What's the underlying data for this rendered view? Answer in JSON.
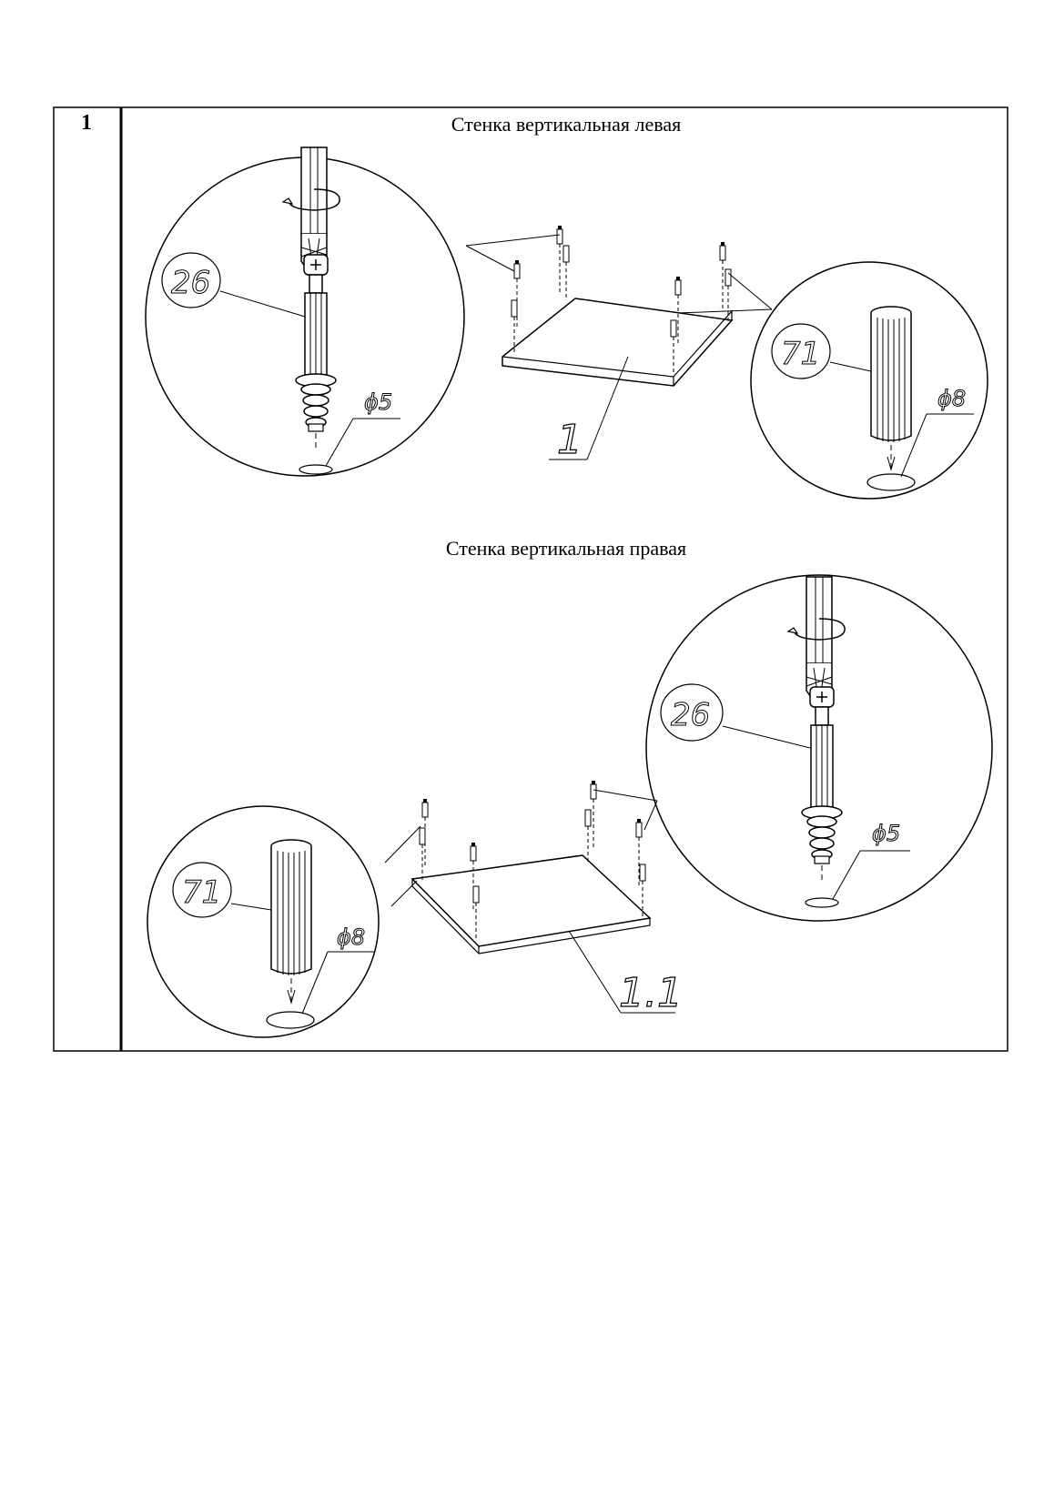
{
  "step": {
    "number": "1"
  },
  "sections": [
    {
      "title": "Стенка вертикальная левая",
      "panel_label": "1",
      "screw_callout": "26",
      "screw_hole": "ϕ5",
      "dowel_callout": "71",
      "dowel_hole": "ϕ8"
    },
    {
      "title": "Стенка вертикальная правая",
      "panel_label": "1.1",
      "screw_callout": "26",
      "screw_hole": "ϕ5",
      "dowel_callout": "71",
      "dowel_hole": "ϕ8"
    }
  ],
  "icons": [
    "screwdriver-icon",
    "rotation-arrow-icon",
    "confirmat-screw-icon",
    "wooden-dowel-icon"
  ]
}
